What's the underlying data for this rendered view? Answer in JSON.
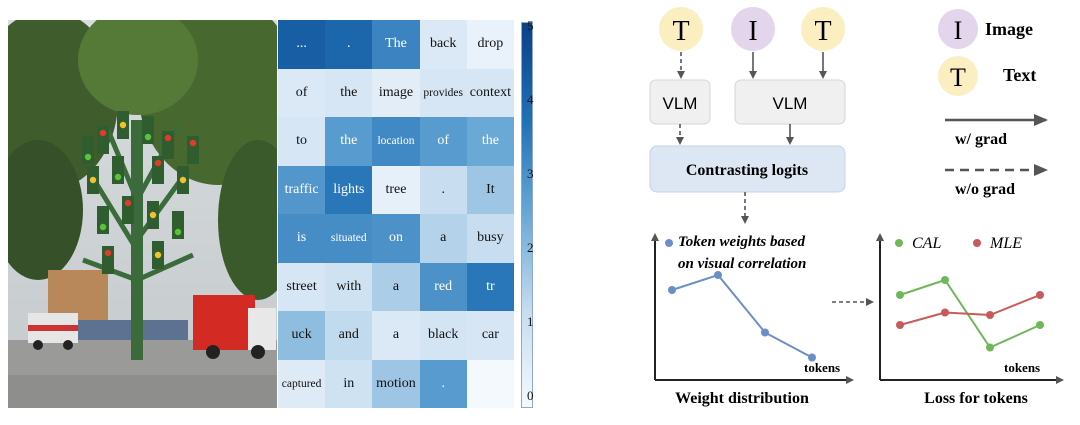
{
  "heatmap": {
    "rows": [
      [
        {
          "t": "...",
          "v": 4.2
        },
        {
          "t": ".",
          "v": 4.0
        },
        {
          "t": "The",
          "v": 3.3
        },
        {
          "t": "back",
          "v": 0.7
        },
        {
          "t": "drop",
          "v": 0.3
        }
      ],
      [
        {
          "t": "of",
          "v": 0.7
        },
        {
          "t": "the",
          "v": 0.8
        },
        {
          "t": "image",
          "v": 0.5
        },
        {
          "t": "provides",
          "v": 0.8
        },
        {
          "t": "context",
          "v": 0.8
        }
      ],
      [
        {
          "t": "to",
          "v": 0.8
        },
        {
          "t": "the",
          "v": 2.8
        },
        {
          "t": "location",
          "v": 3.2
        },
        {
          "t": "of",
          "v": 2.8
        },
        {
          "t": "the",
          "v": 2.5
        }
      ],
      [
        {
          "t": "traffic",
          "v": 2.9
        },
        {
          "t": "lights",
          "v": 3.6
        },
        {
          "t": "tree",
          "v": 0.4
        },
        {
          "t": ".",
          "v": 1.2
        },
        {
          "t": "It",
          "v": 1.8
        }
      ],
      [
        {
          "t": "is",
          "v": 3.1
        },
        {
          "t": "situated",
          "v": 3.1
        },
        {
          "t": "on",
          "v": 3.0
        },
        {
          "t": "a",
          "v": 1.5
        },
        {
          "t": "busy",
          "v": 1.2
        }
      ],
      [
        {
          "t": "street",
          "v": 0.8
        },
        {
          "t": "with",
          "v": 1.0
        },
        {
          "t": "a",
          "v": 1.6
        },
        {
          "t": "red",
          "v": 3.0
        },
        {
          "t": "tr",
          "v": 3.6
        }
      ],
      [
        {
          "t": "uck",
          "v": 2.0
        },
        {
          "t": "and",
          "v": 1.3
        },
        {
          "t": "a",
          "v": 0.7
        },
        {
          "t": "black",
          "v": 0.9
        },
        {
          "t": "car",
          "v": 0.8
        }
      ],
      [
        {
          "t": "captured",
          "v": 0.6
        },
        {
          "t": "in",
          "v": 1.0
        },
        {
          "t": "motion",
          "v": 1.8
        },
        {
          "t": ".",
          "v": 2.8
        },
        {
          "t": "",
          "v": 0.0
        }
      ]
    ],
    "colorbar_ticks": [
      "5",
      "4",
      "3",
      "2",
      "1",
      "0"
    ],
    "min": 0,
    "max": 5
  },
  "diagram": {
    "token_T": "T",
    "token_I": "I",
    "vlm_label": "VLM",
    "contrast_label": "Contrasting logits",
    "legend": {
      "image": "Image",
      "text": "Text",
      "with_grad": "w/ grad",
      "without_grad": "w/o grad"
    },
    "chart_left": {
      "legend_line1": "Token weights based",
      "legend_line2": "on visual correlation",
      "xlabel": "tokens",
      "caption": "Weight distribution"
    },
    "chart_right": {
      "cal": "CAL",
      "mle": "MLE",
      "xlabel": "tokens",
      "caption": "Loss for tokens"
    }
  },
  "chart_data": [
    {
      "type": "line",
      "x": [
        1,
        2,
        3,
        4
      ],
      "series": [
        {
          "values": [
            3.2,
            3.8,
            1.5,
            0.5
          ]
        }
      ],
      "xlabel": "tokens",
      "legend": [
        "Token weights based on visual correlation"
      ],
      "caption": "Weight distribution",
      "grid": false
    },
    {
      "type": "line",
      "x": [
        1,
        2,
        3,
        4
      ],
      "series": [
        {
          "name": "CAL",
          "values": [
            3.0,
            3.6,
            0.9,
            1.8
          ]
        },
        {
          "name": "MLE",
          "values": [
            1.8,
            2.3,
            2.2,
            3.0
          ]
        }
      ],
      "xlabel": "tokens",
      "caption": "Loss for tokens",
      "grid": false
    }
  ],
  "colors": {
    "t_node": "#fbefc2",
    "i_node": "#e3d5ec",
    "vlm_fill": "#f0f0f0",
    "contrast_fill": "#dde7f4",
    "weight_line": "#6b8fc4",
    "cal_line": "#6fb85a",
    "mle_line": "#c85a5a",
    "arrow": "#555555"
  }
}
